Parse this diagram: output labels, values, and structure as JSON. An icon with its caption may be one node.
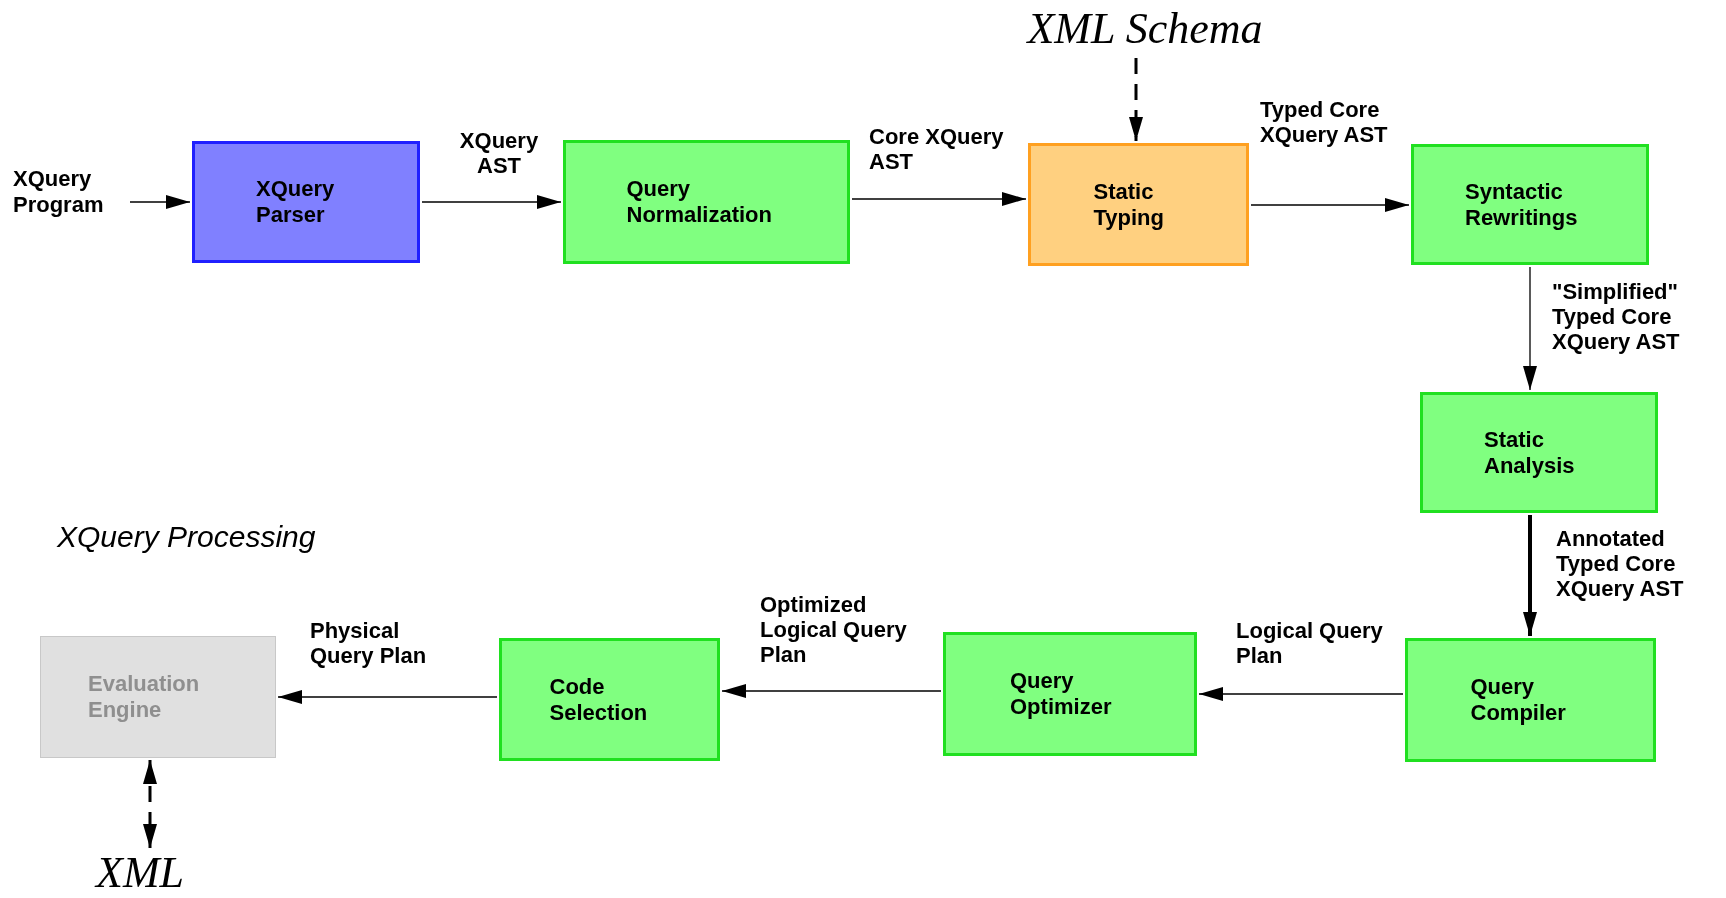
{
  "diagram": {
    "nodes": [
      {
        "text": [
          "XQuery Program"
        ]
      },
      {
        "text": [
          "XQuery Parser"
        ]
      },
      {
        "text": [
          "Query Normalization"
        ]
      },
      {
        "text": [
          "Static Typing"
        ]
      },
      {
        "text": [
          "Syntactic Rewritings"
        ]
      },
      {
        "text": [
          "Static Analysis"
        ]
      },
      {
        "text": [
          "Query Compiler"
        ]
      },
      {
        "text": [
          "Query Optimizer"
        ]
      },
      {
        "text": [
          "Code Selection"
        ]
      },
      {
        "text": [
          "Evaluation Engine"
        ]
      },
      {
        "text": [
          "XML Schema"
        ]
      },
      {
        "text": [
          "XML"
        ]
      }
    ],
    "edges": [
      {
        "from": 0,
        "to": 1,
        "arrow": "to"
      },
      {
        "from": 1,
        "to": 2,
        "arrow": "to",
        "label": "XQuery AST"
      },
      {
        "from": 2,
        "to": 3,
        "arrow": "to",
        "label": "Core XQuery AST"
      },
      {
        "from": 10,
        "to": 3,
        "arrow": "to",
        "style": "dashed"
      },
      {
        "from": 3,
        "to": 4,
        "arrow": "to",
        "label": "Typed Core XQuery AST"
      },
      {
        "from": 4,
        "to": 5,
        "arrow": "to",
        "label": "\"Simplified\" Typed Core XQuery AST"
      },
      {
        "from": 5,
        "to": 6,
        "arrow": "to",
        "style": "thick",
        "label": "Annotated Typed Core XQuery AST"
      },
      {
        "from": 6,
        "to": 7,
        "arrow": "to",
        "label": "Logical Query Plan"
      },
      {
        "from": 7,
        "to": 8,
        "arrow": "to",
        "label": "Optimized Logical Query Plan"
      },
      {
        "from": 8,
        "to": 9,
        "arrow": "to",
        "label": "Physical Query Plan"
      },
      {
        "from": 9,
        "to": 11,
        "arrow": "both",
        "style": "dashed"
      }
    ],
    "labels": [
      "XQuery Processing"
    ]
  }
}
